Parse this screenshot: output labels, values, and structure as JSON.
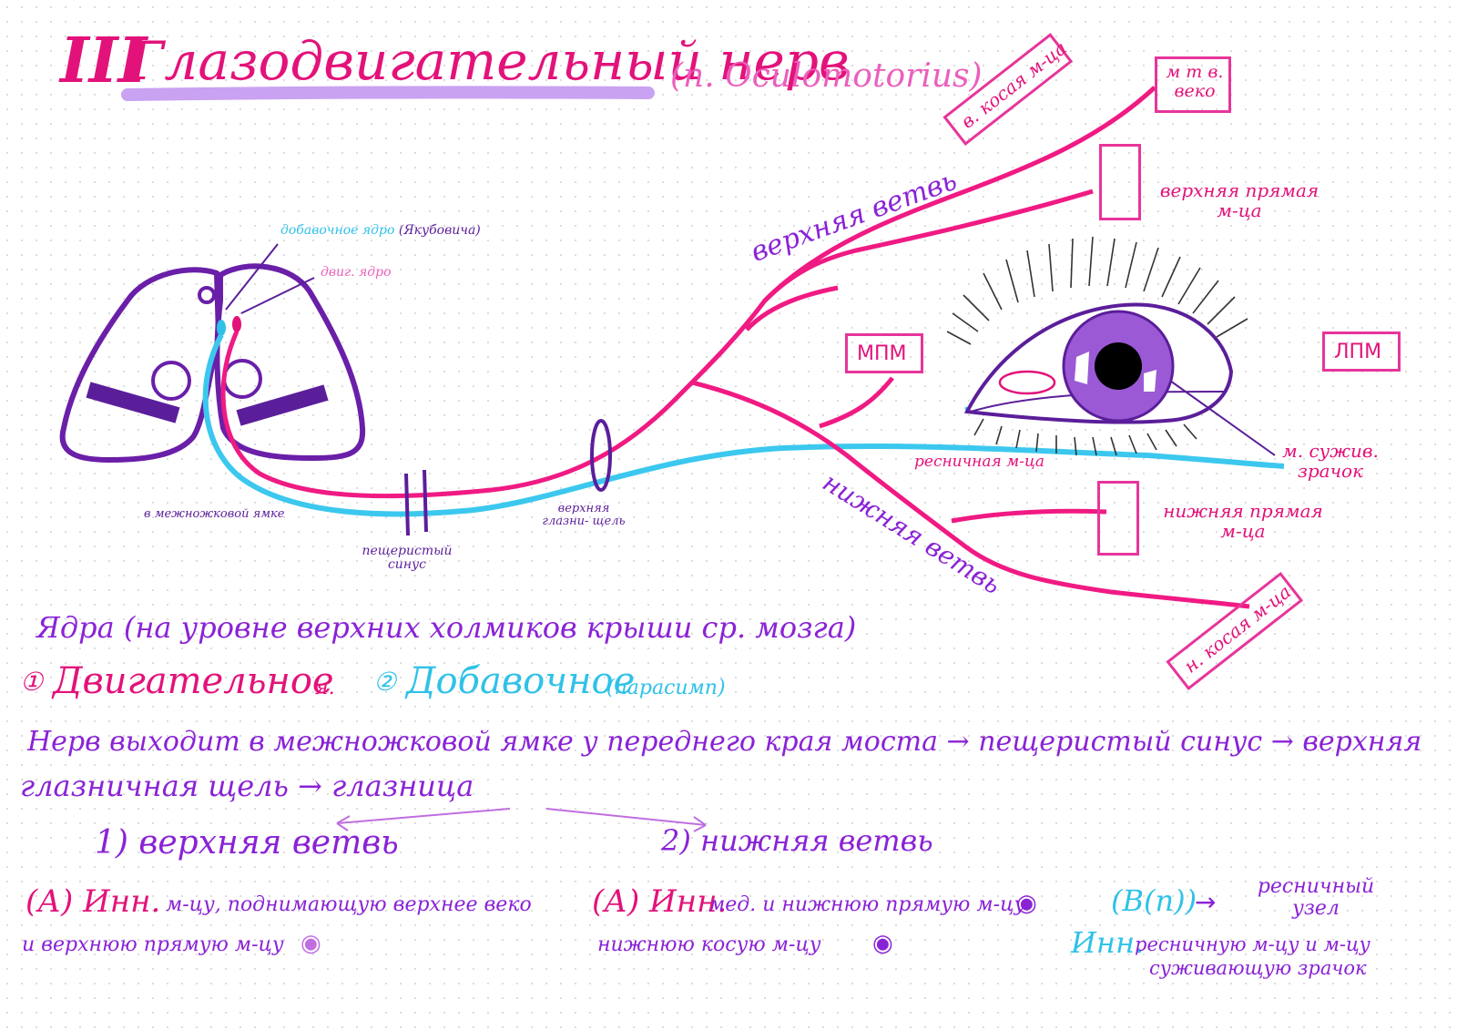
{
  "header": {
    "numeral": "III",
    "title": "Глазодвигательный нерв",
    "latin": "(n. Oculomotorius)"
  },
  "diagram": {
    "labels": {
      "accessory_nucleus": "добавочное ядро",
      "accessory_author": "(Якубовича)",
      "motor_nucleus": "двиг. ядро",
      "interpeduncular": "в межножковой ямке",
      "cavernous_sinus": "пещеристый синус",
      "superior_fissure": "верхняя глазни- щель",
      "upper_branch": "верхняя ветвь",
      "lower_branch": "нижняя ветвь",
      "superior_oblique": "в. косая м-ца",
      "inferior_oblique": "н. косая м-ца",
      "levator_palpebrae": "м т в. веко",
      "superior_rectus": "верхняя прямая м-ца",
      "inferior_rectus": "нижняя прямая м-ца",
      "medial_rectus": "МПМ",
      "lateral_rectus": "ЛПМ",
      "ciliary_muscle": "ресничная м-ца",
      "sphincter_pupillae": "м. сужив. зрачок"
    }
  },
  "notes": {
    "nuclei_heading": "Ядра (на уровне верхних холмиков крыши ср. мозга)",
    "nucleus_1_num": "①",
    "nucleus_1": "Двигательное",
    "nucleus_1_suffix": "я.",
    "nucleus_2_num": "②",
    "nucleus_2": "Добавочное",
    "nucleus_2_suffix": "(парасимп)",
    "pathway_line1": "Нерв выходит в межножковой ямке у переднего края моста → пещеристый синус → верхняя",
    "pathway_line2": "глазничная щель → глазница",
    "branch_1": "1) верхняя ветвь",
    "branch_2": "2) нижняя ветвь",
    "a_label": "(А) Инн.",
    "a_text_line1": "м-цу, поднимающую верхнее веко",
    "a_text_line2": "и верхнюю прямую м-цу",
    "b_label": "(А) Инн.",
    "b_text_line1": "мед. и нижнюю прямую м-цу",
    "b_text_line2": "нижнюю косую м-цу",
    "c_label": "(В(п))",
    "c_arrow": "→",
    "c_target": "ресничный узел",
    "c_inn": "Инн.",
    "c_text_line1": "ресничную м-цу и м-цу",
    "c_text_line2": "суживающую зрачок"
  },
  "colors": {
    "pink": "#e3127a",
    "purple": "#8a22d6",
    "dark_purple": "#5b1e9a",
    "cyan": "#2fc2e8",
    "iris": "#9b59d6"
  }
}
